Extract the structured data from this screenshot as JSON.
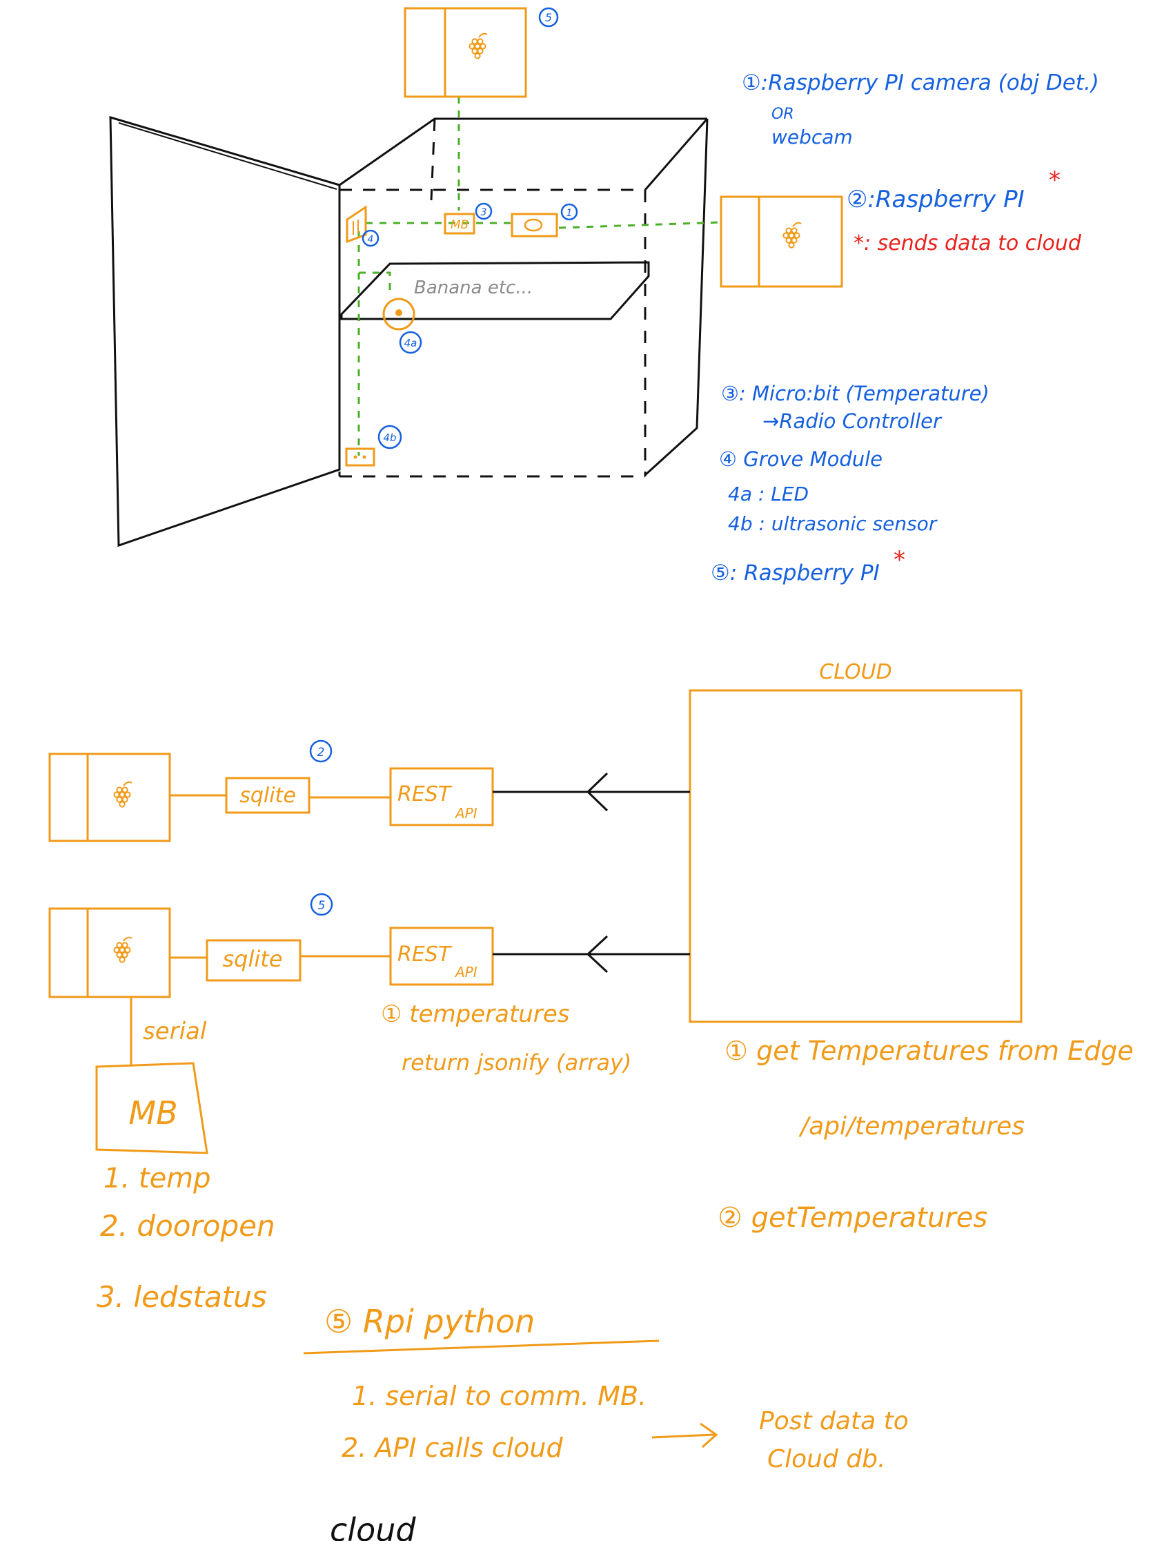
{
  "legend": {
    "item1_main": "①:Raspberry PI camera (obj Det.)",
    "item1_or": "OR",
    "item1_alt": "webcam",
    "item2_main": "②:Raspberry PI",
    "item2_star": "*",
    "item2_note": "*: sends data to cloud",
    "item3_main": "③: Micro:bit (Temperature)",
    "item3_sub": "→Radio Controller",
    "item4_main": "④ Grove Module",
    "item4a": "4a : LED",
    "item4b": "4b : ultrasonic sensor",
    "item5_main": "⑤: Raspberry PI",
    "item5_star": "*"
  },
  "fridge": {
    "mb_label": "MB",
    "shelf_label": "Banana etc...",
    "marker_1": "1",
    "marker_3": "3",
    "marker_4": "4",
    "marker_4a": "4a",
    "marker_4b": "4b",
    "marker_5": "5",
    "marker_2": "2"
  },
  "architecture": {
    "cloud_title": "CLOUD",
    "row1_marker": "2",
    "row2_marker": "5",
    "row1_db": "sqlite",
    "row2_db": "sqlite",
    "rest_label": "REST",
    "api_sub": "API",
    "serial_label": "serial",
    "mb_label": "MB",
    "edge_note_1": "① temperatures",
    "edge_note_2": "return jsonify (array)",
    "cloud_note_1": "① get Temperatures from Edge",
    "cloud_note_2": "/api/temperatures",
    "cloud_note_3": "② getTemperatures"
  },
  "mb_list": [
    "1. temp",
    "2. dooropen",
    "3. ledstatus"
  ],
  "rpi_notes": {
    "title": "⑤ Rpi  python",
    "line1": "1. serial to comm. MB.",
    "line2": "2. API calls cloud",
    "post_1": "Post data to",
    "post_2": "Cloud db."
  },
  "footer": {
    "cloud_word": "cloud"
  },
  "colors": {
    "blue": "#1560e0",
    "orange": "#f09a18",
    "red": "#e8221c",
    "green": "#4caf28",
    "black": "#111111"
  },
  "icons": [
    "grape-icon"
  ]
}
